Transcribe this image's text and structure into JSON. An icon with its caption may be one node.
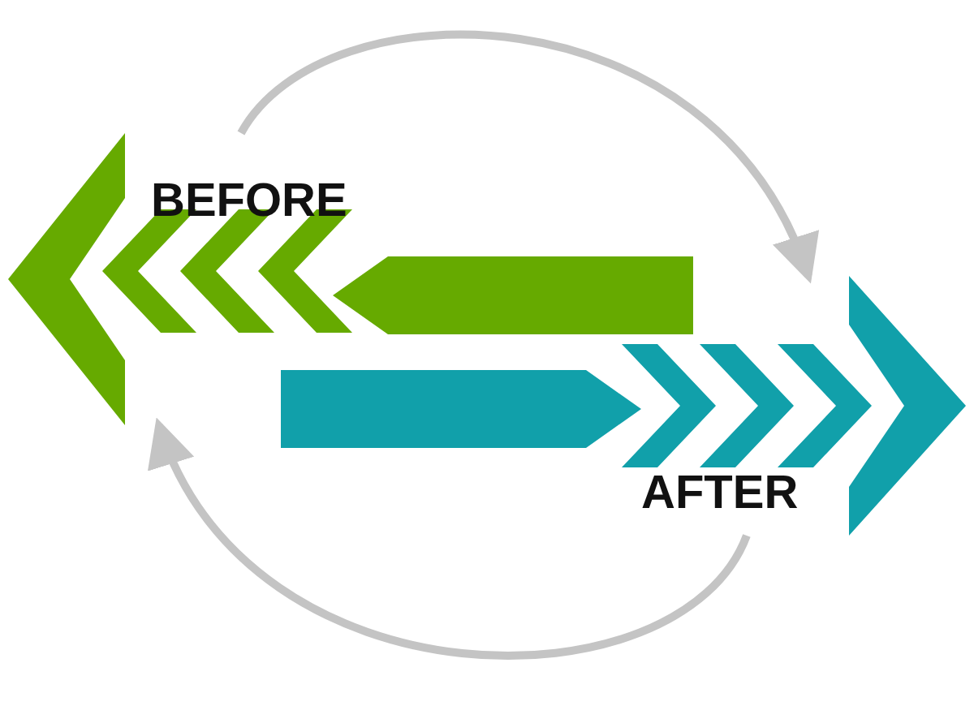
{
  "diagram": {
    "nodes": [
      {
        "text": [
          "BEFORE"
        ]
      },
      {
        "text": [
          "AFTER"
        ]
      }
    ],
    "edges": [
      {
        "from": 0,
        "to": 1,
        "arrow": "to",
        "color": "#c4c4c4"
      },
      {
        "from": 1,
        "to": 0,
        "arrow": "to",
        "color": "#c4c4c4"
      }
    ]
  }
}
